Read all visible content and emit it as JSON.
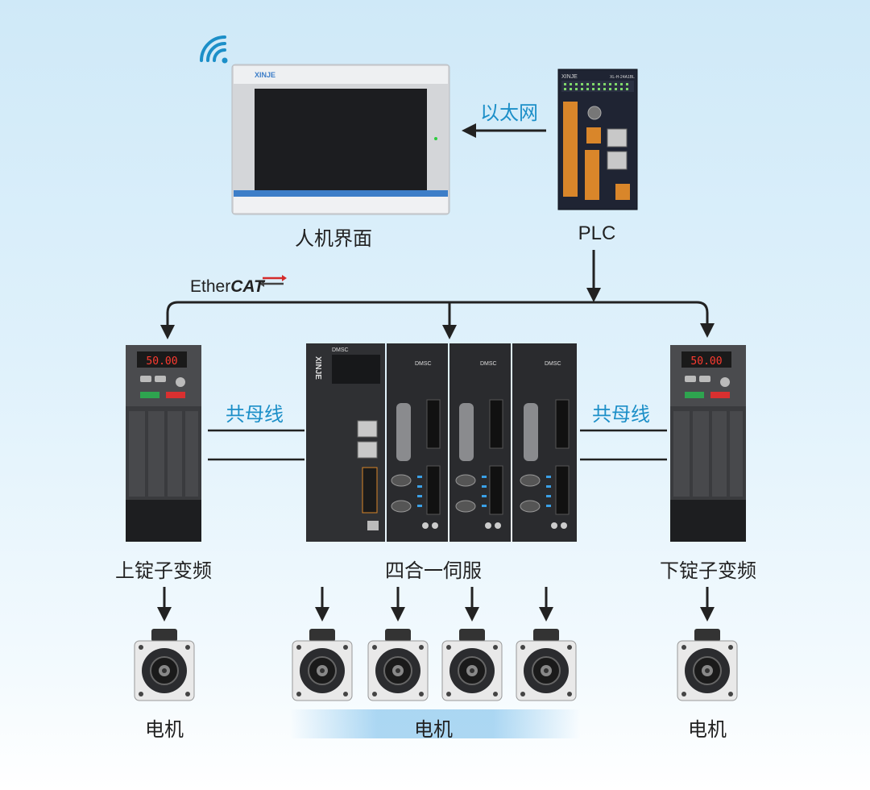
{
  "labels": {
    "hmi": "人机界面",
    "plc": "PLC",
    "ethernet": "以太网",
    "ethercat_a": "Ether",
    "ethercat_b": "CAT",
    "busbar_left": "共母线",
    "busbar_right": "共母线",
    "upper_vfd": "上锭子变频",
    "servo": "四合一伺服",
    "lower_vfd": "下锭子变频",
    "motor_left": "电机",
    "motor_center": "电机",
    "motor_right": "电机"
  },
  "devices": {
    "hmi_brand": "XINJE",
    "plc_brand": "XINJE",
    "plc_model": "XL-H-24A1BL",
    "vfd_display_left": "50.00",
    "vfd_display_right": "50.00",
    "servo_brand": "XINJE",
    "servo_model": "DMSC"
  },
  "colors": {
    "accent": "#1c8fc8",
    "wire": "#222222",
    "device_dark": "#2a2b2e",
    "plc_body": "#1f2433",
    "hmi_frame": "#c9ccd0"
  }
}
